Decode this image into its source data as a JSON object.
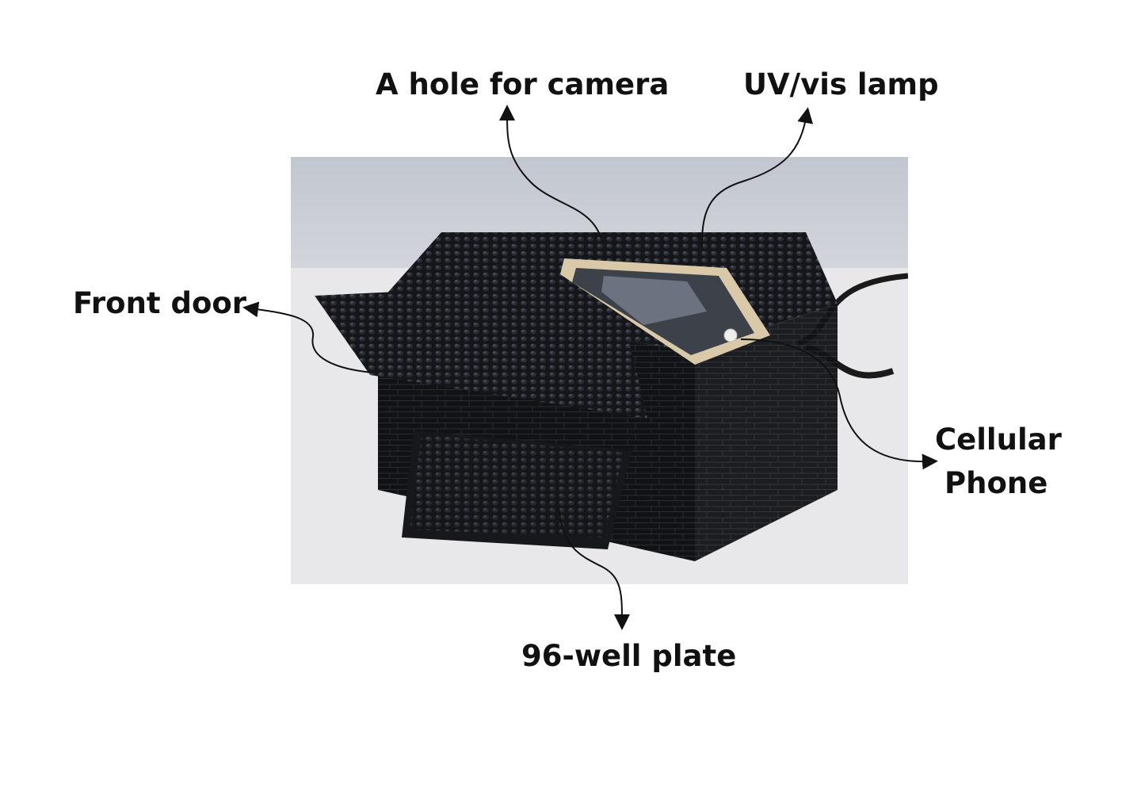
{
  "labels": {
    "camera_hole": "A hole for camera",
    "lamp": "UV/vis lamp",
    "front_door": "Front door",
    "phone_line1": "Cellular",
    "phone_line2": "Phone",
    "plate": "96-well plate"
  },
  "colors": {
    "text": "#111111",
    "lego": "#141519",
    "wall": "#c9cdd5",
    "table": "#e9e9ea"
  }
}
